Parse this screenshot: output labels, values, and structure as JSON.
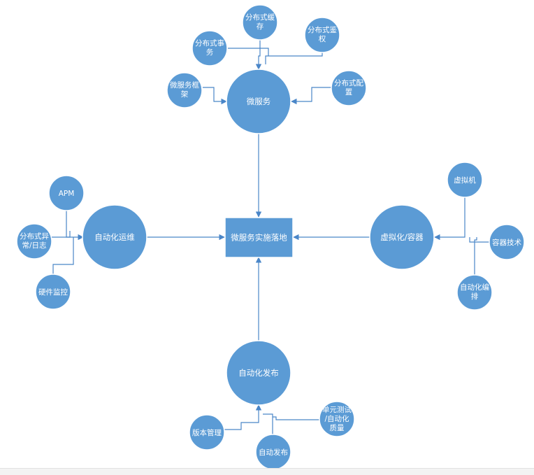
{
  "diagram": {
    "colors": {
      "node": "#5b9bd5",
      "connector": "#4a86c8",
      "text": "#ffffff"
    },
    "center": {
      "label": "微服务实施落地"
    },
    "hubs": {
      "microservice": {
        "label": "微服务"
      },
      "devops": {
        "label": "自动化运维"
      },
      "virtualization": {
        "label": "虚拟化/容器"
      },
      "release": {
        "label": "自动化发布"
      }
    },
    "leaves": {
      "dist_cache": {
        "lines": [
          "分布式缓",
          "存"
        ]
      },
      "dist_auth": {
        "lines": [
          "分布式鉴",
          "权"
        ]
      },
      "dist_tx": {
        "lines": [
          "分布式事",
          "务"
        ]
      },
      "ms_framework": {
        "lines": [
          "微服务框",
          "架"
        ]
      },
      "dist_config": {
        "lines": [
          "分布式配",
          "置"
        ]
      },
      "apm": {
        "lines": [
          "APM"
        ]
      },
      "dist_exception": {
        "lines": [
          "分布式异",
          "常/日志"
        ]
      },
      "hw_monitor": {
        "lines": [
          "硬件监控"
        ]
      },
      "vm": {
        "lines": [
          "虚拟机"
        ]
      },
      "container_tech": {
        "lines": [
          "容器技术"
        ]
      },
      "auto_orchestration": {
        "lines": [
          "自动化编",
          "排"
        ]
      },
      "version_mgmt": {
        "lines": [
          "版本管理"
        ]
      },
      "unit_test": {
        "lines": [
          "单元测试",
          "/自动化",
          "质量"
        ]
      },
      "auto_release": {
        "lines": [
          "自动发布"
        ]
      }
    }
  }
}
